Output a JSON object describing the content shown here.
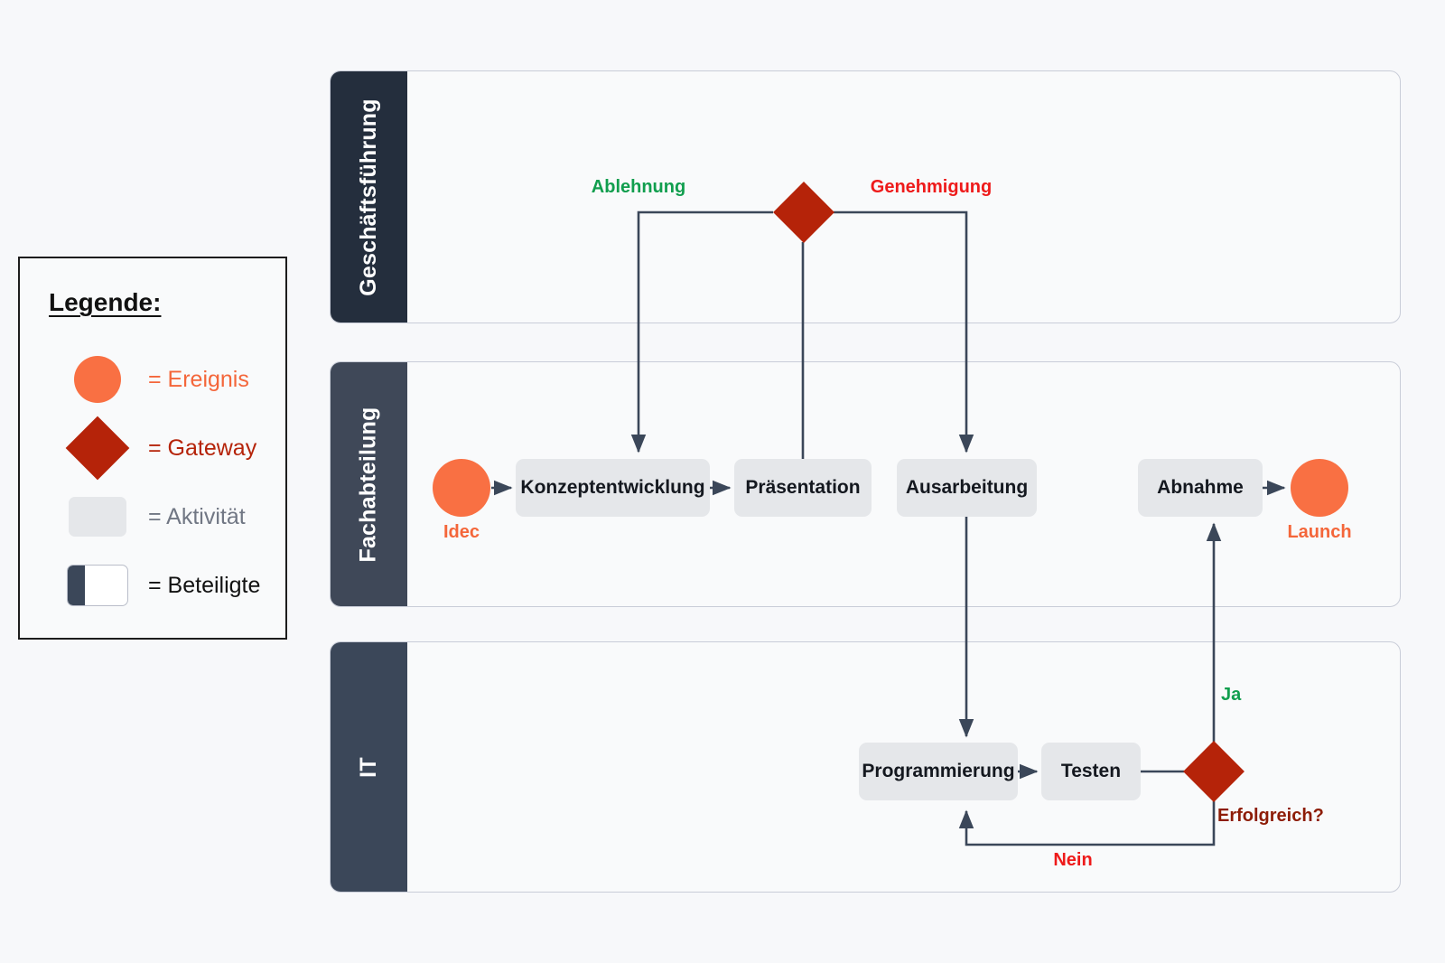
{
  "legend": {
    "title": "Legende:",
    "items": [
      {
        "shape": "circle",
        "icon": "event-circle-icon",
        "label": "= Ereignis",
        "color": "#f97043"
      },
      {
        "shape": "diamond",
        "icon": "gateway-diamond-icon",
        "label": "= Gateway",
        "color": "#b52309"
      },
      {
        "shape": "activity",
        "icon": "activity-box-icon",
        "label": "= Aktivität",
        "color": "#e5e7ea"
      },
      {
        "shape": "lane",
        "icon": "participant-lane-icon",
        "label": "= Beteiligte",
        "color": "#3b4759"
      }
    ]
  },
  "diagram": {
    "type": "bpmn-swimlane",
    "lanes": [
      {
        "id": "gf",
        "label": "Geschäftsführung",
        "header_color": "#242e3d"
      },
      {
        "id": "fa",
        "label": "Fachabteilung",
        "header_color": "#3f4858"
      },
      {
        "id": "it",
        "label": "IT",
        "header_color": "#3b4759"
      }
    ],
    "nodes": [
      {
        "id": "idec",
        "lane": "fa",
        "type": "event",
        "label": "Idec",
        "label_color": "#f4663a"
      },
      {
        "id": "konzept",
        "lane": "fa",
        "type": "activity",
        "label": "Konzeptentwicklung"
      },
      {
        "id": "praesent",
        "lane": "fa",
        "type": "activity",
        "label": "Präsentation"
      },
      {
        "id": "ausarb",
        "lane": "fa",
        "type": "activity",
        "label": "Ausarbeitung"
      },
      {
        "id": "abnahme",
        "lane": "fa",
        "type": "activity",
        "label": "Abnahme"
      },
      {
        "id": "launch",
        "lane": "fa",
        "type": "event",
        "label": "Launch",
        "label_color": "#f4663a"
      },
      {
        "id": "gw1",
        "lane": "gf",
        "type": "gateway",
        "label": ""
      },
      {
        "id": "prog",
        "lane": "it",
        "type": "activity",
        "label": "Programmierung"
      },
      {
        "id": "testen",
        "lane": "it",
        "type": "activity",
        "label": "Testen"
      },
      {
        "id": "gw2",
        "lane": "it",
        "type": "gateway",
        "label": "Erfolgreich?",
        "label_color": "#8d1c06"
      }
    ],
    "edge_labels": [
      {
        "id": "ablehnung",
        "text": "Ablehnung",
        "color": "#119e4e",
        "from": "gw1",
        "to": "konzept"
      },
      {
        "id": "genehmigung",
        "text": "Genehmigung",
        "color": "#ee1a1a",
        "from": "gw1",
        "to": "ausarb"
      },
      {
        "id": "erfolgreich",
        "text": "Erfolgreich?",
        "color": "#8d1c06",
        "from": "testen",
        "to": "gw2"
      },
      {
        "id": "ja",
        "text": "Ja",
        "color": "#119e4e",
        "from": "gw2",
        "to": "abnahme"
      },
      {
        "id": "nein",
        "text": "Nein",
        "color": "#ee1a1a",
        "from": "gw2",
        "to": "prog"
      }
    ]
  },
  "colors": {
    "background": "#f7f8fa",
    "lane_body": "#f9fafb",
    "lane_border": "#c9cdd8",
    "activity_fill": "#e5e7ea",
    "event_fill": "#f97043",
    "gateway_fill": "#b52309",
    "connector": "#3b4759",
    "approve_label": "#ee1a1a",
    "reject_label": "#119e4e"
  }
}
